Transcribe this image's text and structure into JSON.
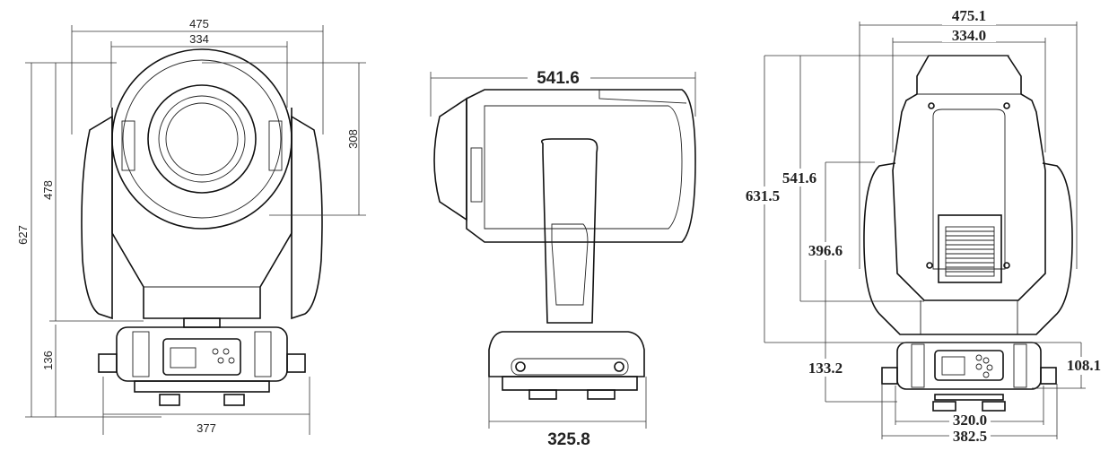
{
  "front_view": {
    "width_overall": "475",
    "width_head": "334",
    "height_head": "308",
    "height_arms": "478",
    "height_overall": "627",
    "height_base": "136",
    "width_base": "377"
  },
  "side_view": {
    "length_head": "541.6",
    "width_base": "325.8"
  },
  "rear_view": {
    "width_overall": "475.1",
    "width_head": "334.0",
    "height_overall": "631.5",
    "height_head": "541.6",
    "height_tilt_axis": "396.6",
    "height_axis_to_base": "133.2",
    "height_base": "108.1",
    "width_base_inner": "320.0",
    "width_base_outer": "382.5"
  }
}
